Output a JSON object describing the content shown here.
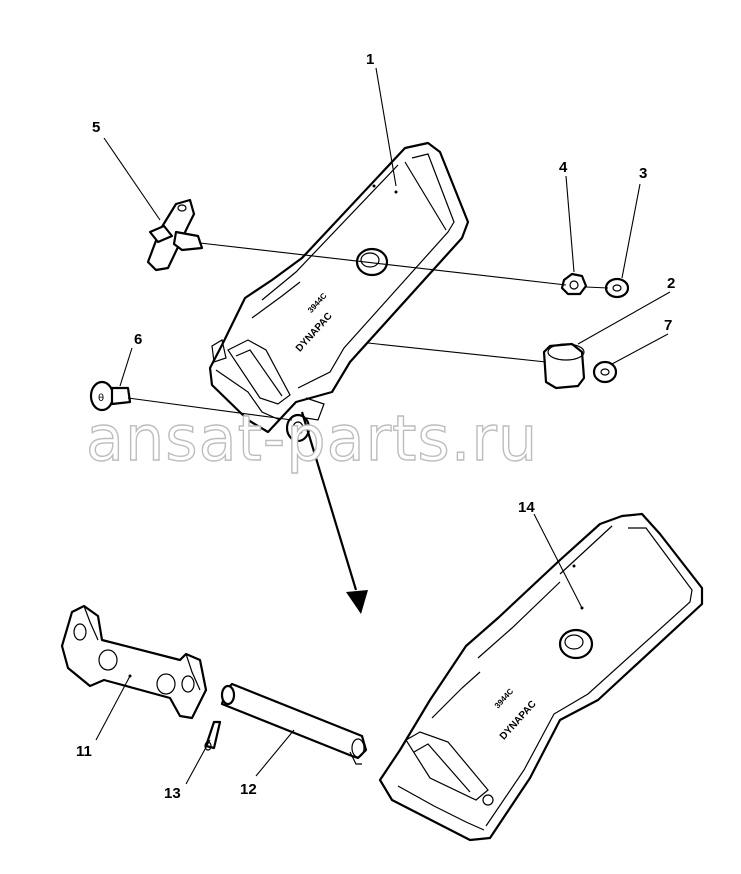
{
  "watermark": "ansat-parts.ru",
  "part_markings": {
    "brand": "DYNAPAC",
    "code": "3944C"
  },
  "callouts": {
    "n1": "1",
    "n2": "2",
    "n3": "3",
    "n4": "4",
    "n5": "5",
    "n6": "6",
    "n7": "7",
    "n11": "11",
    "n12": "12",
    "n13": "13",
    "n14": "14"
  }
}
